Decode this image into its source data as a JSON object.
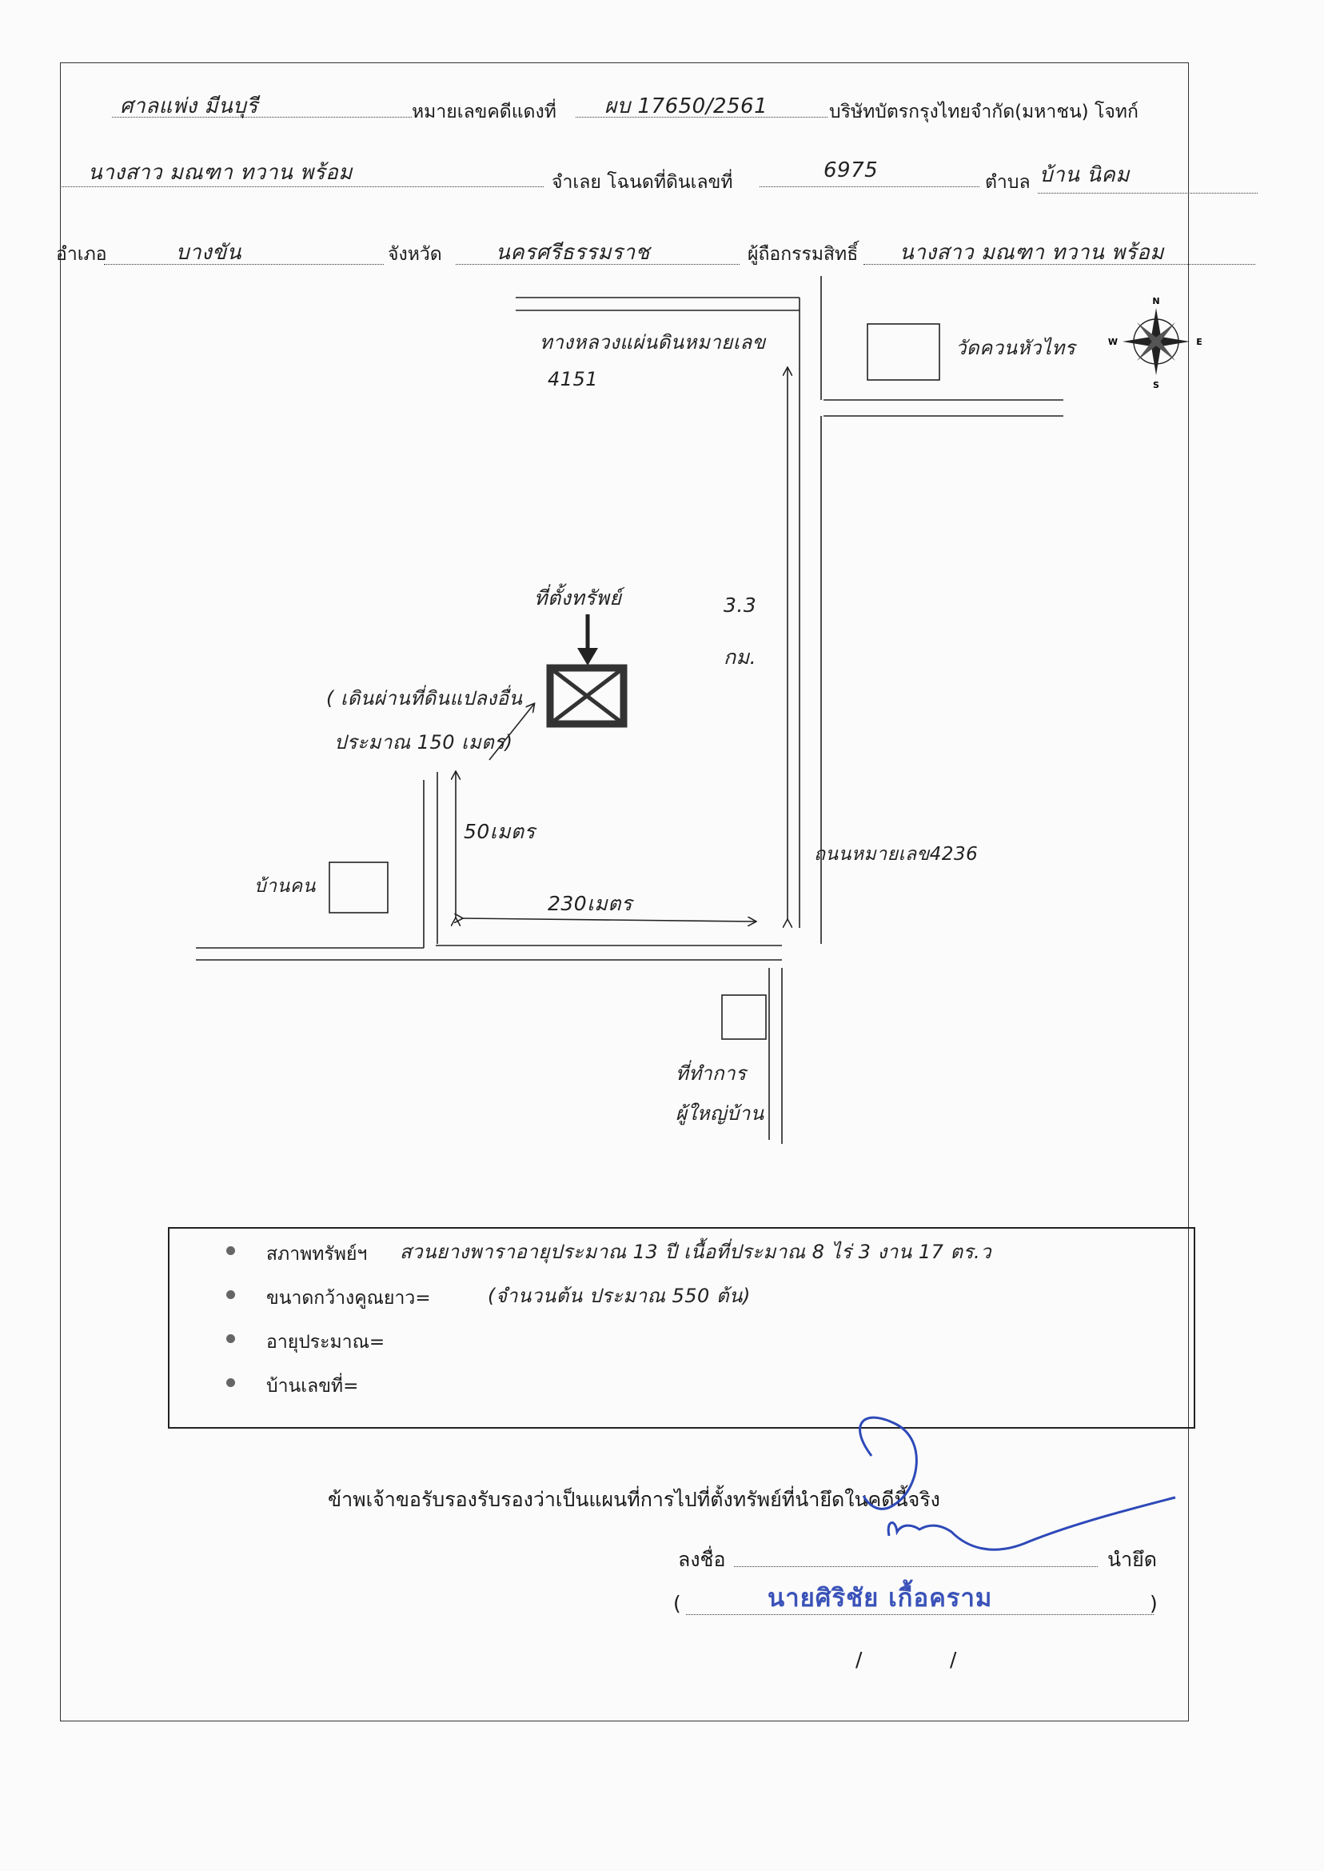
{
  "header": {
    "court": "ศาลแพ่ง มีนบุรี",
    "case_label": "หมายเลขคดีแดงที่",
    "case_number": "ผบ 17650/2561",
    "plaintiff": "บริษัทบัตรกรุงไทยจำกัด(มหาชน) โจทก์",
    "defendant": "นางสาว มณฑา   ทวาน พร้อม",
    "deed_label": "จำเลย โฉนดที่ดินเลขที่",
    "deed_number": "6975",
    "subdistrict_label": "ตำบล",
    "subdistrict": "บ้าน นิคม",
    "district_label": "อำเภอ",
    "district": "บางขัน",
    "province_label": "จังหวัด",
    "province": "นครศรีธรรมราช",
    "owner_label": "ผู้ถือกรรมสิทธิ์",
    "owner": "นางสาว มณฑา   ทวาน พร้อม"
  },
  "map": {
    "highway_label": "ทางหลวงแผ่นดินหมายเลข",
    "highway_number": "4151",
    "temple_label": "วัดควนหัวไทร",
    "compass": {
      "n": "N",
      "s": "S",
      "e": "E",
      "w": "W"
    },
    "property_label": "ที่ตั้งทรัพย์",
    "dist_road": "3.3",
    "dist_road_unit": "กม.",
    "note_line1": "( เดินผ่านที่ดินแปลงอื่น",
    "note_line2": "ประมาณ 150 เมตร)",
    "dist_50": "50เมตร",
    "dist_230": "230เมตร",
    "house_label": "บ้านคน",
    "road_label": "ถนนหมายเลข4236",
    "office_line1": "ที่ทำการ",
    "office_line2": "ผู้ใหญ่บ้าน"
  },
  "info": [
    {
      "label": "สภาพทรัพย์ฯ",
      "value": "สวนยางพาราอายุประมาณ 13 ปี    เนื้อที่ประมาณ 8 ไร่  3 งาน  17 ตร.ว"
    },
    {
      "label": "ขนาดกว้างคูณยาว=",
      "value": "(จำนวนต้น ประมาณ  550 ต้น)"
    },
    {
      "label": "อายุประมาณ=",
      "value": ""
    },
    {
      "label": "บ้านเลขที่=",
      "value": ""
    }
  ],
  "footer": {
    "certify": "ข้าพเจ้าขอรับรองรับรองว่าเป็นแผนที่การไปที่ตั้งทรัพย์ที่นำยึดในคดีนี้จริง",
    "sign_label": "ลงชื่อ",
    "seizer_label": "นำยึด",
    "signer_name": "นายศิริชัย  เกื้อคราม",
    "paren_open": "(",
    "paren_close": ")",
    "date_slash1": "/",
    "date_slash2": "/",
    "stamp_color": "#3a52b8"
  }
}
